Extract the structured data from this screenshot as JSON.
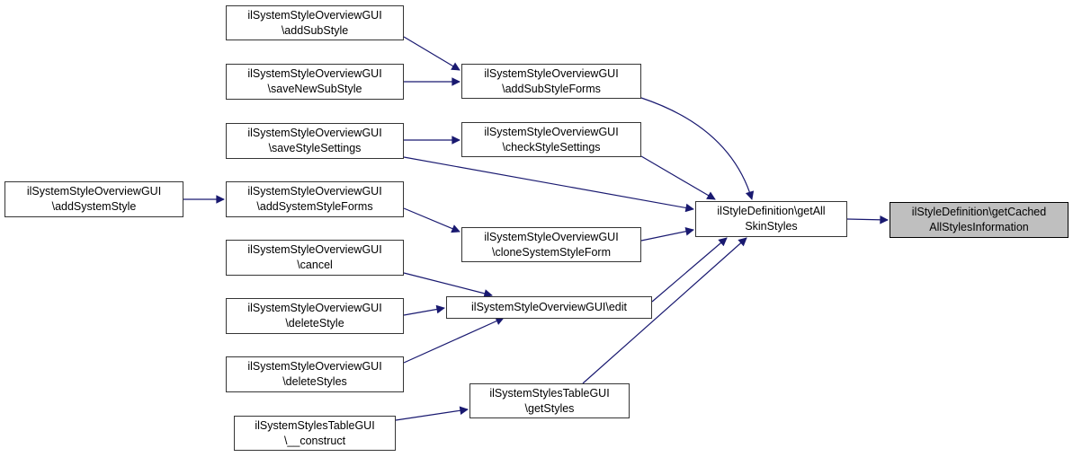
{
  "diagram": {
    "type": "call-graph",
    "nodes": [
      {
        "id": "addSystemStyle",
        "lines": [
          "ilSystemStyleOverviewGUI",
          "\\addSystemStyle"
        ],
        "highlighted": false
      },
      {
        "id": "addSubStyle",
        "lines": [
          "ilSystemStyleOverviewGUI",
          "\\addSubStyle"
        ],
        "highlighted": false
      },
      {
        "id": "saveNewSubStyle",
        "lines": [
          "ilSystemStyleOverviewGUI",
          "\\saveNewSubStyle"
        ],
        "highlighted": false
      },
      {
        "id": "saveStyleSettings",
        "lines": [
          "ilSystemStyleOverviewGUI",
          "\\saveStyleSettings"
        ],
        "highlighted": false
      },
      {
        "id": "addSystemStyleForms",
        "lines": [
          "ilSystemStyleOverviewGUI",
          "\\addSystemStyleForms"
        ],
        "highlighted": false
      },
      {
        "id": "cancel",
        "lines": [
          "ilSystemStyleOverviewGUI",
          "\\cancel"
        ],
        "highlighted": false
      },
      {
        "id": "deleteStyle",
        "lines": [
          "ilSystemStyleOverviewGUI",
          "\\deleteStyle"
        ],
        "highlighted": false
      },
      {
        "id": "deleteStyles",
        "lines": [
          "ilSystemStyleOverviewGUI",
          "\\deleteStyles"
        ],
        "highlighted": false
      },
      {
        "id": "construct",
        "lines": [
          "ilSystemStylesTableGUI",
          "\\__construct"
        ],
        "highlighted": false
      },
      {
        "id": "addSubStyleForms",
        "lines": [
          "ilSystemStyleOverviewGUI",
          "\\addSubStyleForms"
        ],
        "highlighted": false
      },
      {
        "id": "checkStyleSettings",
        "lines": [
          "ilSystemStyleOverviewGUI",
          "\\checkStyleSettings"
        ],
        "highlighted": false
      },
      {
        "id": "cloneSystemStyleForm",
        "lines": [
          "ilSystemStyleOverviewGUI",
          "\\cloneSystemStyleForm"
        ],
        "highlighted": false
      },
      {
        "id": "edit",
        "lines": [
          "ilSystemStyleOverviewGUI\\edit"
        ],
        "highlighted": false
      },
      {
        "id": "getStyles",
        "lines": [
          "ilSystemStylesTableGUI",
          "\\getStyles"
        ],
        "highlighted": false
      },
      {
        "id": "getAllSkinStyles",
        "lines": [
          "ilStyleDefinition\\getAll",
          "SkinStyles"
        ],
        "highlighted": false
      },
      {
        "id": "getCached",
        "lines": [
          "ilStyleDefinition\\getCached",
          "AllStylesInformation"
        ],
        "highlighted": true
      }
    ],
    "edges": [
      {
        "from": "addSubStyle",
        "to": "addSubStyleForms"
      },
      {
        "from": "saveNewSubStyle",
        "to": "addSubStyleForms"
      },
      {
        "from": "saveStyleSettings",
        "to": "checkStyleSettings"
      },
      {
        "from": "saveStyleSettings",
        "to": "getAllSkinStyles"
      },
      {
        "from": "addSystemStyle",
        "to": "addSystemStyleForms"
      },
      {
        "from": "addSystemStyleForms",
        "to": "cloneSystemStyleForm"
      },
      {
        "from": "cancel",
        "to": "edit"
      },
      {
        "from": "deleteStyle",
        "to": "edit"
      },
      {
        "from": "deleteStyles",
        "to": "edit"
      },
      {
        "from": "construct",
        "to": "getStyles"
      },
      {
        "from": "addSubStyleForms",
        "to": "getAllSkinStyles"
      },
      {
        "from": "checkStyleSettings",
        "to": "getAllSkinStyles"
      },
      {
        "from": "cloneSystemStyleForm",
        "to": "getAllSkinStyles"
      },
      {
        "from": "edit",
        "to": "getAllSkinStyles"
      },
      {
        "from": "getStyles",
        "to": "getAllSkinStyles"
      },
      {
        "from": "getAllSkinStyles",
        "to": "getCached"
      }
    ],
    "colors": {
      "arrow": "#191970",
      "node_border": "#353535",
      "node_fill": "#ffffff",
      "highlight_fill": "#bfbfbf",
      "text": "#000000",
      "background": "#ffffff"
    }
  }
}
